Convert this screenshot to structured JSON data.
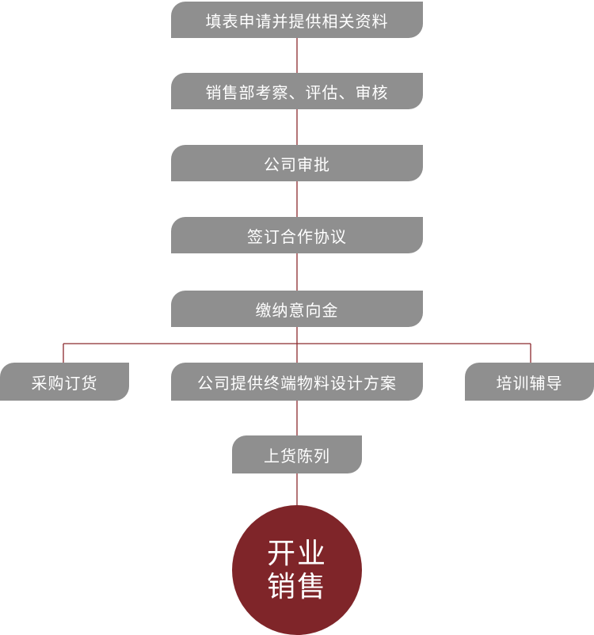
{
  "colors": {
    "box_fill": "#8f8f8f",
    "connector": "#8b2a2e",
    "final_fill": "#7f2529",
    "text": "#ffffff"
  },
  "steps": [
    "填表申请并提供相关资料",
    "销售部考察、评估、审核",
    "公司审批",
    "签订合作协议",
    "缴纳意向金"
  ],
  "branches": {
    "left": "采购订货",
    "center": "公司提供终端物料设计方案",
    "right": "培训辅导"
  },
  "display_step": "上货陈列",
  "final": {
    "line1": "开业",
    "line2": "销售"
  }
}
